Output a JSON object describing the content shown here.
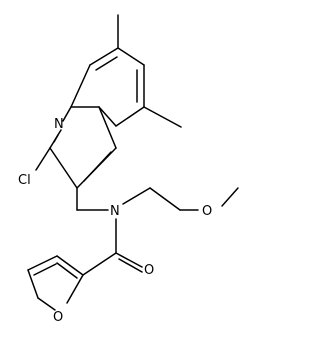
{
  "molecule": {
    "atom_labels": {
      "N_ring": "N",
      "Cl": "Cl",
      "N_amide": "N",
      "O_methoxy": "O",
      "O_carbonyl": "O",
      "O_furan": "O"
    }
  }
}
